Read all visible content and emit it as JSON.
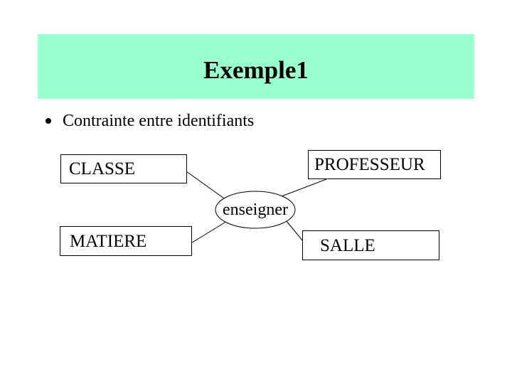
{
  "slide": {
    "title": "Exemple1",
    "bullets": [
      {
        "text": "Contrainte entre identifiants"
      }
    ]
  },
  "diagram": {
    "entities": [
      {
        "id": "classe",
        "label": "CLASSE"
      },
      {
        "id": "professeur",
        "label": "PROFESSEUR"
      },
      {
        "id": "matiere",
        "label": "MATIERE"
      },
      {
        "id": "salle",
        "label": "SALLE"
      }
    ],
    "relation": {
      "label": "enseigner"
    }
  },
  "colors": {
    "banner": "#99FFCC",
    "text": "#000000",
    "line": "#000000",
    "background": "#FFFFFF"
  }
}
